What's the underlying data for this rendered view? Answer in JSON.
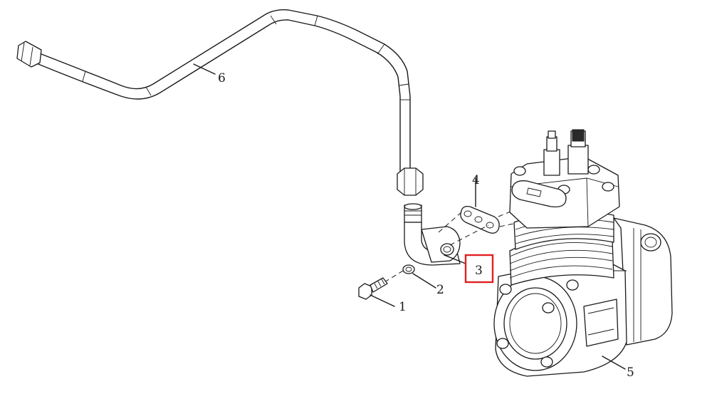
{
  "callouts": {
    "part_1": "1",
    "part_2": "2",
    "part_3": "3",
    "part_4": "4",
    "part_5": "5",
    "part_6": "6"
  },
  "highlighted_part": "3",
  "colors": {
    "line": "#1a1a1a",
    "highlight": "#e02020",
    "background": "#ffffff"
  }
}
